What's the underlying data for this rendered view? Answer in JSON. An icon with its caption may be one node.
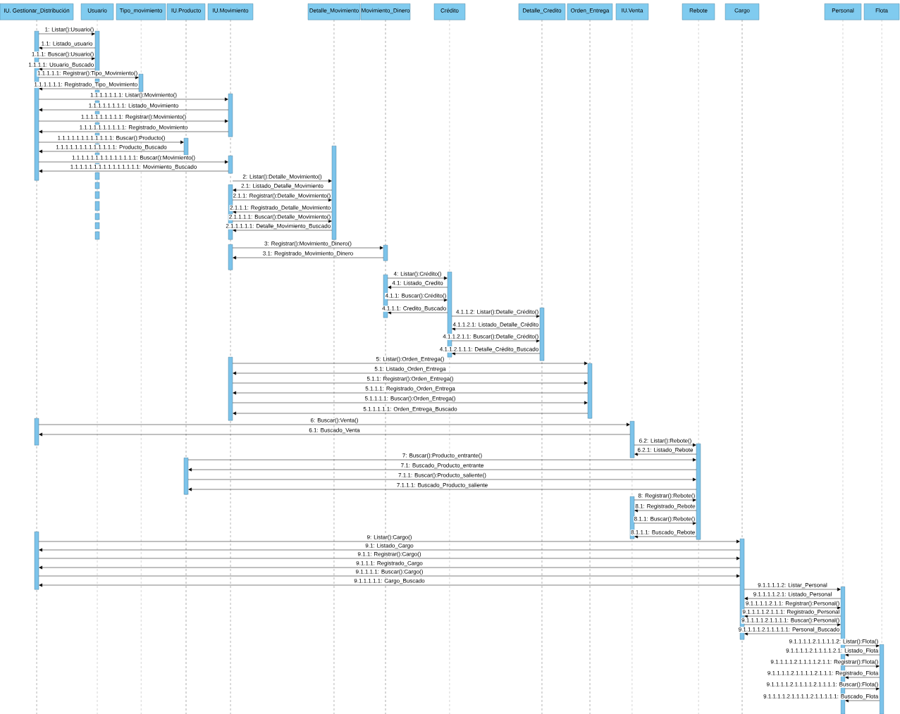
{
  "diagram": {
    "nodes": [
      {
        "text": [
          "IU. Gestionar_Distribución"
        ]
      },
      {
        "text": [
          "Usuario"
        ]
      },
      {
        "text": [
          "Tipo_movimiento"
        ]
      },
      {
        "text": [
          "IU.Producto"
        ]
      },
      {
        "text": [
          "IU.Movimiento"
        ]
      },
      {
        "text": [
          "Detalle_Movimiento"
        ]
      },
      {
        "text": [
          "Movimiento_Dinero"
        ]
      },
      {
        "text": [
          "Crédito"
        ]
      },
      {
        "text": [
          "Detalle_Credito"
        ]
      },
      {
        "text": [
          "Orden_Entrega"
        ]
      },
      {
        "text": [
          "IU.Venta"
        ]
      },
      {
        "text": [
          "Rebote"
        ]
      },
      {
        "text": [
          "Cargo"
        ]
      },
      {
        "text": [
          "Personal"
        ]
      },
      {
        "text": [
          "Flota"
        ]
      },
      {
        "text": [],
        "shape": "bar"
      },
      {
        "text": [],
        "shape": "bar"
      },
      {
        "text": [],
        "shape": "bar"
      },
      {
        "text": [],
        "shape": "bar"
      },
      {
        "text": [],
        "shape": "bar"
      },
      {
        "text": [],
        "shape": "bar"
      },
      {
        "text": [],
        "shape": "bar"
      },
      {
        "text": [],
        "shape": "bar"
      },
      {
        "text": [],
        "shape": "bar"
      },
      {
        "text": [],
        "shape": "bar"
      },
      {
        "text": [],
        "shape": "bar"
      },
      {
        "text": [],
        "shape": "bar"
      },
      {
        "text": [],
        "shape": "bar"
      },
      {
        "text": [],
        "shape": "bar"
      },
      {
        "text": [],
        "shape": "bar"
      },
      {
        "text": [],
        "shape": "bar"
      },
      {
        "text": [],
        "shape": "bar"
      },
      {
        "text": [],
        "shape": "bar"
      },
      {
        "text": [],
        "shape": "bar"
      },
      {
        "text": [],
        "shape": "bar"
      },
      {
        "text": [],
        "shape": "bar"
      },
      {
        "text": [],
        "shape": "bar"
      },
      {
        "text": [],
        "shape": "bar"
      },
      {
        "text": [],
        "shape": "bar"
      }
    ],
    "edges": [
      {
        "from": 15,
        "to": 16,
        "arrow": "to",
        "label": "1: Listar():Usuario()"
      },
      {
        "from": 16,
        "to": 15,
        "arrow": "to",
        "label": "1.1: Listado_usuario"
      },
      {
        "from": 15,
        "to": 16,
        "arrow": "to",
        "label": "1.1.1: Buscar():Usuario()"
      },
      {
        "from": 16,
        "to": 15,
        "arrow": "to",
        "label": "1.1.1.1: Usuario_Buscado"
      },
      {
        "from": 15,
        "to": 17,
        "arrow": "to",
        "label": "1.1.1.1.1: Registrar():Tipo_Movimiento()"
      },
      {
        "from": 17,
        "to": 15,
        "arrow": "to",
        "label": "1.1.1.1.1.1: Registrado_Tipo_Movimiento"
      },
      {
        "from": 15,
        "to": 18,
        "arrow": "to",
        "label": "1.1.1.1.1.1.1: Listar():Movimiento()"
      },
      {
        "from": 18,
        "to": 15,
        "arrow": "to",
        "label": "1.1.1.1.1.1.1.1: Listado_Movimiento"
      },
      {
        "from": 15,
        "to": 18,
        "arrow": "to",
        "label": "1.1.1.1.1.1.1.1.1: Registrar():Movimiento()"
      },
      {
        "from": 18,
        "to": 15,
        "arrow": "to",
        "label": "1.1.1.1.1.1.1.1.1.1: Registrado_Movimiento"
      },
      {
        "from": 15,
        "to": 19,
        "arrow": "to",
        "label": "1.1.1.1.1.1.1.1.1.1.1.1: Buscar():Producto()"
      },
      {
        "from": 19,
        "to": 15,
        "arrow": "to",
        "label": "1.1.1.1.1.1.1.1.1.1.1.1.1: Producto_Buscado"
      },
      {
        "from": 15,
        "to": 21,
        "arrow": "to",
        "label": "1.1.1.1.1.1.1.1.1.1.1.1.1.1: Buscar():Movimiento()"
      },
      {
        "from": 21,
        "to": 15,
        "arrow": "to",
        "label": "1.1.1.1.1.1.1.1.1.1.1.1.1.1.1: Movimiento_Buscado"
      },
      {
        "from": 22,
        "to": 20,
        "arrow": "to",
        "label": "2: Listar():Detalle_Movimiento()"
      },
      {
        "from": 20,
        "to": 22,
        "arrow": "to",
        "label": "2.1: Listado_Detalle_Movimiento"
      },
      {
        "from": 22,
        "to": 20,
        "arrow": "to",
        "label": "2.1.1: Registrar():Detalle_Movimiento()"
      },
      {
        "from": 20,
        "to": 22,
        "arrow": "to",
        "label": "2.1.1.1: Registrado_Detalle_Movimiento"
      },
      {
        "from": 22,
        "to": 20,
        "arrow": "to",
        "label": "2.1.1.1.1: Buscar():Detalle_Movimiento()"
      },
      {
        "from": 20,
        "to": 22,
        "arrow": "to",
        "label": "2.1.1.1.1.1: Detalle_Movimiento_Buscado"
      },
      {
        "from": 23,
        "to": 24,
        "arrow": "to",
        "label": "3: Registrar():Movimiento_Dinero()"
      },
      {
        "from": 24,
        "to": 23,
        "arrow": "to",
        "label": "3.1: Registrado_Movimiento_Dinero"
      },
      {
        "from": 26,
        "to": 25,
        "arrow": "to",
        "label": "4: Listar():Crédito()"
      },
      {
        "from": 25,
        "to": 26,
        "arrow": "to",
        "label": "4.1: Listado_Credito"
      },
      {
        "from": 26,
        "to": 25,
        "arrow": "to",
        "label": "4.1.1: Buscar():Crédito()"
      },
      {
        "from": 25,
        "to": 26,
        "arrow": "to",
        "label": "4.1.1.1: Credito_Buscado"
      },
      {
        "from": 25,
        "to": 27,
        "arrow": "to",
        "label": "4.1.1.2: Listar():Detalle_Crédito()"
      },
      {
        "from": 27,
        "to": 25,
        "arrow": "to",
        "label": "4.1.1.2.1: Listado_Detalle_Crédito"
      },
      {
        "from": 25,
        "to": 27,
        "arrow": "to",
        "label": "4.1.1.2.1.1: Buscar():Detalle_Crédito()"
      },
      {
        "from": 27,
        "to": 25,
        "arrow": "to",
        "label": "4.1.1.2.1.1.1: Detalle_Crédito_Buscado"
      },
      {
        "from": 28,
        "to": 29,
        "arrow": "to",
        "label": "5: Listar():Orden_Entrega()"
      },
      {
        "from": 29,
        "to": 28,
        "arrow": "to",
        "label": "5.1: Listado_Orden_Entrega"
      },
      {
        "from": 28,
        "to": 29,
        "arrow": "to",
        "label": "5.1.1: Registrar():Orden_Entrega()"
      },
      {
        "from": 29,
        "to": 28,
        "arrow": "to",
        "label": "5.1.1.1: Registrado_Orden_Entrega"
      },
      {
        "from": 28,
        "to": 29,
        "arrow": "to",
        "label": "5.1.1.1.1: Buscar():Orden_Entrega()"
      },
      {
        "from": 29,
        "to": 28,
        "arrow": "to",
        "label": "5.1.1.1.1.1: Orden_Entrega_Buscado"
      },
      {
        "from": 30,
        "to": 31,
        "arrow": "to",
        "label": "6: Buscar():Venta()"
      },
      {
        "from": 31,
        "to": 30,
        "arrow": "to",
        "label": "6.1: Buscado_Venta"
      },
      {
        "from": 31,
        "to": 32,
        "arrow": "to",
        "label": "6.2: Listar():Rebote()"
      },
      {
        "from": 32,
        "to": 31,
        "arrow": "to",
        "label": "6.2.1: Listado_Rebote"
      },
      {
        "from": 33,
        "to": 32,
        "arrow": "to",
        "label": "7: Buscar():Producto_entrante()"
      },
      {
        "from": 32,
        "to": 33,
        "arrow": "to",
        "label": "7.1: Buscado_Producto_entrante"
      },
      {
        "from": 33,
        "to": 32,
        "arrow": "to",
        "label": "7.1.1: Buscar():Producto_saliente()"
      },
      {
        "from": 32,
        "to": 33,
        "arrow": "to",
        "label": "7.1.1.1: Buscado_Producto_saliente"
      },
      {
        "from": 34,
        "to": 32,
        "arrow": "to",
        "label": "8: Registrar():Rebote()"
      },
      {
        "from": 32,
        "to": 34,
        "arrow": "to",
        "label": "8.1: Registrado_Rebote"
      },
      {
        "from": 34,
        "to": 32,
        "arrow": "to",
        "label": "8.1.1: Buscar():Rebote()"
      },
      {
        "from": 32,
        "to": 34,
        "arrow": "to",
        "label": "8.1.1.1: Buscado_Rebote"
      },
      {
        "from": 35,
        "to": 36,
        "arrow": "to",
        "label": "9: Listar():Cargo()"
      },
      {
        "from": 36,
        "to": 35,
        "arrow": "to",
        "label": "9.1: Listado_Cargo"
      },
      {
        "from": 35,
        "to": 36,
        "arrow": "to",
        "label": "9.1.1: Registrar():Cargo()"
      },
      {
        "from": 36,
        "to": 35,
        "arrow": "to",
        "label": "9.1.1.1: Registrado_Cargo"
      },
      {
        "from": 35,
        "to": 36,
        "arrow": "to",
        "label": "9.1.1.1.1: Buscar():Cargo()"
      },
      {
        "from": 36,
        "to": 35,
        "arrow": "to",
        "label": "9.1.1.1.1.1: Cargo_Buscado"
      },
      {
        "from": 36,
        "to": 37,
        "arrow": "to",
        "label": "9.1.1.1.1.2: Listar_Personal"
      },
      {
        "from": 37,
        "to": 36,
        "arrow": "to",
        "label": "9.1.1.1.1.2.1: Listado_Personal"
      },
      {
        "from": 36,
        "to": 37,
        "arrow": "to",
        "label": "9.1.1.1.1.2.1.1: Registrar():Personal()"
      },
      {
        "from": 37,
        "to": 36,
        "arrow": "to",
        "label": "9.1.1.1.1.2.1.1.1: Registrado_Personal"
      },
      {
        "from": 36,
        "to": 37,
        "arrow": "to",
        "label": "9.1.1.1.1.2.1.1.1.1: Buscar():Personal()"
      },
      {
        "from": 37,
        "to": 36,
        "arrow": "to",
        "label": "9.1.1.1.1.2.1.1.1.1.1: Personal_Buscado"
      },
      {
        "from": 37,
        "to": 38,
        "arrow": "to",
        "label": "9.1.1.1.1.2.1.1.1.1.2: Listar():Flota()"
      },
      {
        "from": 38,
        "to": 37,
        "arrow": "to",
        "label": "9.1.1.1.1.2.1.1.1.1.2.1: Listado_Flota"
      },
      {
        "from": 37,
        "to": 38,
        "arrow": "to",
        "label": "9.1.1.1.1.2.1.1.1.1.2.1.1: Registrar():Flota()"
      },
      {
        "from": 38,
        "to": 37,
        "arrow": "to",
        "label": "9.1.1.1.1.2.1.1.1.1.2.1.1.1: Registrado_Flota"
      },
      {
        "from": 37,
        "to": 38,
        "arrow": "to",
        "label": "9.1.1.1.1.2.1.1.1.1.2.1.1.1.1: Buscar():Flota()"
      },
      {
        "from": 38,
        "to": 37,
        "arrow": "to",
        "label": "9.1.1.1.1.2.1.1.1.1.2.1.1.1.1.1: Buscado_Flota"
      }
    ]
  }
}
